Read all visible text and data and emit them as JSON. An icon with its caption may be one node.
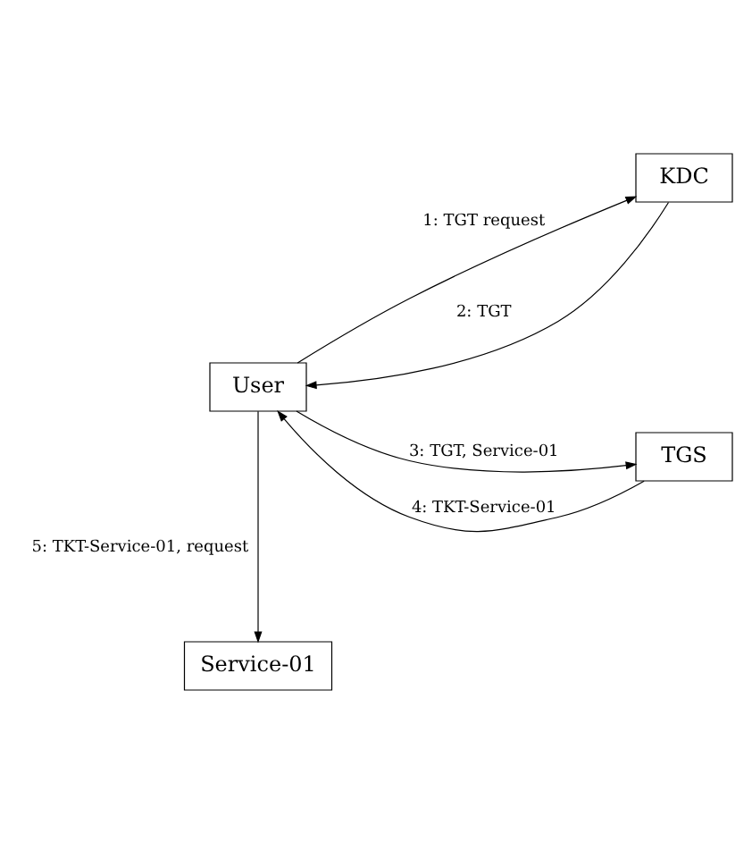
{
  "diagram": {
    "nodes": [
      {
        "text": [
          "KDC"
        ]
      },
      {
        "text": [
          "User"
        ]
      },
      {
        "text": [
          "TGS"
        ]
      },
      {
        "text": [
          "Service-01"
        ]
      }
    ],
    "edges": [
      {
        "from": 1,
        "to": 0,
        "arrow": "to",
        "label": "1: TGT request"
      },
      {
        "from": 0,
        "to": 1,
        "arrow": "to",
        "label": "2: TGT"
      },
      {
        "from": 1,
        "to": 2,
        "arrow": "to",
        "label": "3: TGT, Service-01"
      },
      {
        "from": 2,
        "to": 1,
        "arrow": "to",
        "label": "4: TKT-Service-01"
      },
      {
        "from": 1,
        "to": 3,
        "arrow": "to",
        "label": "5: TKT-Service-01, request"
      }
    ]
  }
}
